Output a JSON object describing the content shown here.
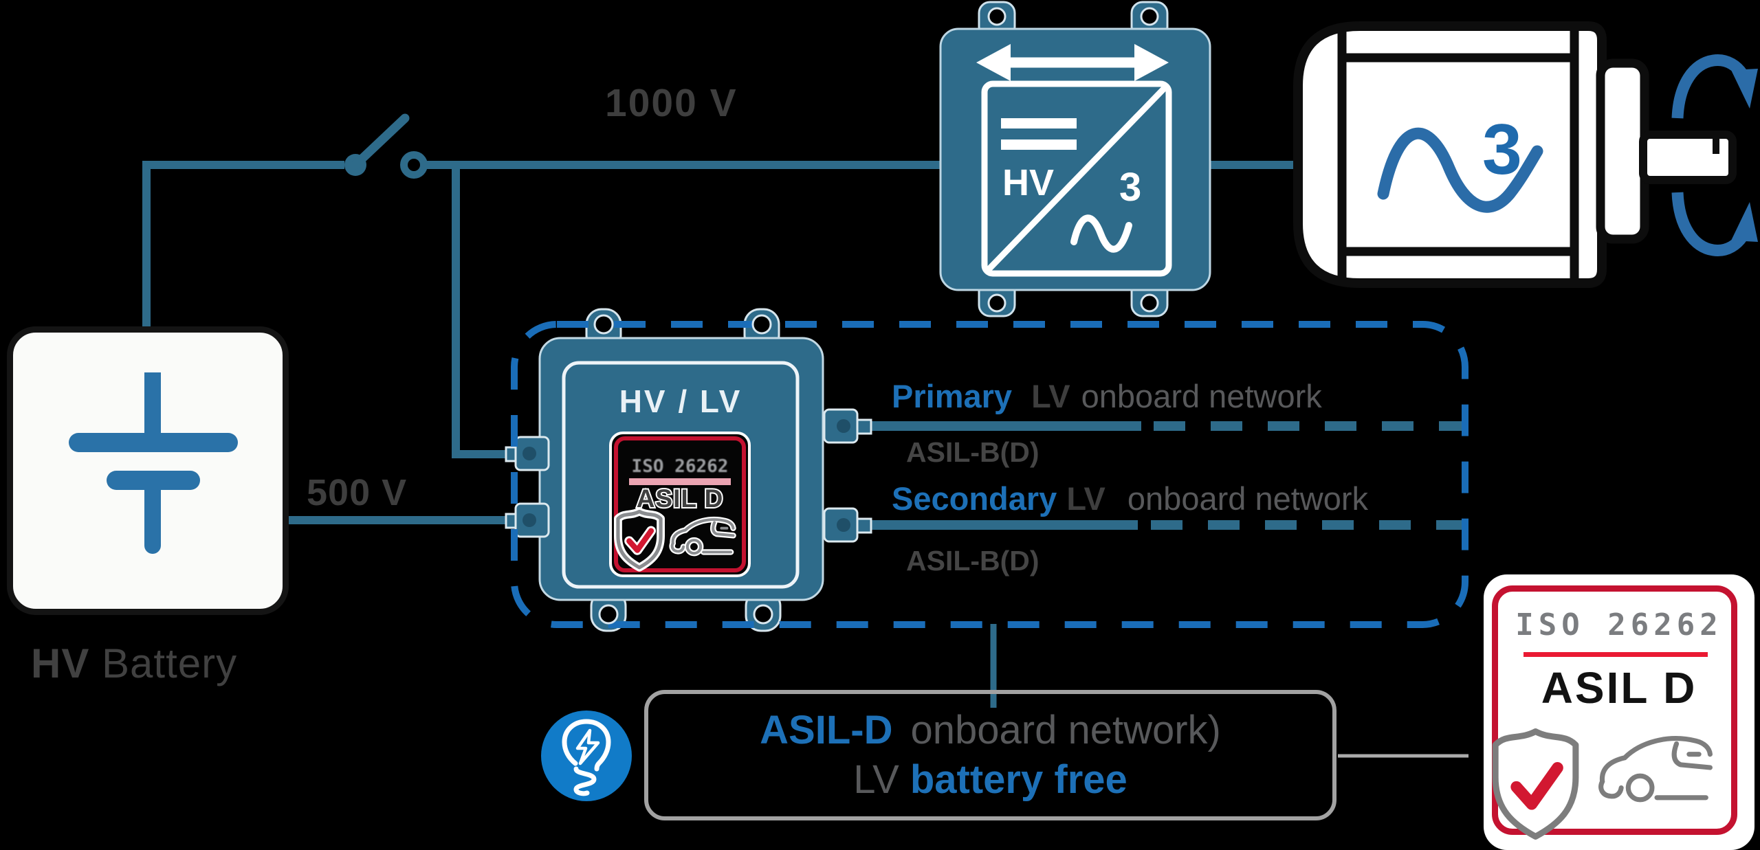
{
  "battery": {
    "label_bold": "HV",
    "label_rest": " Battery"
  },
  "links": {
    "hv_voltage": "1000 V",
    "lv_voltage": "500 V"
  },
  "inverter": {
    "dc_label": "HV",
    "phase_count": "3"
  },
  "motor": {
    "phase_count": "3"
  },
  "converter": {
    "title": "HV / LV",
    "badge": {
      "iso": "ISO 26262",
      "asil": "ASIL D"
    }
  },
  "networks": {
    "primary": {
      "name": "Primary",
      "lv": "LV",
      "suffix": "onboard network",
      "asil": "ASIL-B(D)"
    },
    "secondary": {
      "name": "Secondary",
      "lv": "LV",
      "suffix": "onboard network",
      "asil": "ASIL-B(D)"
    }
  },
  "callout": {
    "asil": "ASIL-D",
    "line1_suffix": "onboard network)",
    "lv": "LV",
    "line2_suffix": "battery free"
  },
  "badge": {
    "iso": "ISO 26262",
    "asil": "ASIL D"
  },
  "colors": {
    "wire_teal": "#2e6b8a",
    "dashed_boundary_blue": "#1a6db8",
    "text_blue": "#1d70b7",
    "dark_gray_text": "#3e3e3e",
    "mid_gray_text": "#58595b",
    "badge_border_red": "#c41230",
    "badge_line_red": "#ea1a33",
    "icon_gray": "#7d7d7d",
    "bulb_blue": "#117bc8",
    "background": "#000000",
    "battery_symbol_blue": "#2a72a8",
    "motor_accent_blue": "#2b6ca8"
  }
}
